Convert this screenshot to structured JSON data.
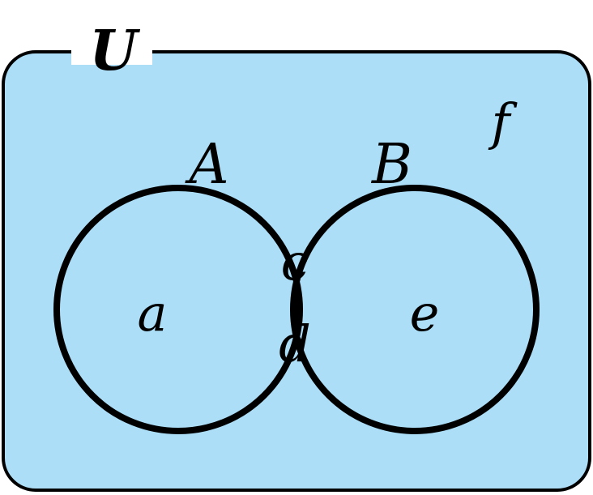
{
  "diagram": {
    "type": "venn",
    "universe": {
      "label": "U",
      "fill_color": "#acdef8",
      "stroke_color": "#000000"
    },
    "sets": [
      {
        "id": "A",
        "label": "A"
      },
      {
        "id": "B",
        "label": "B"
      }
    ],
    "regions": {
      "a": "a",
      "c": "c",
      "d": "d",
      "e": "e",
      "f": "f"
    },
    "intersection_fill_color": "#ffffff"
  }
}
